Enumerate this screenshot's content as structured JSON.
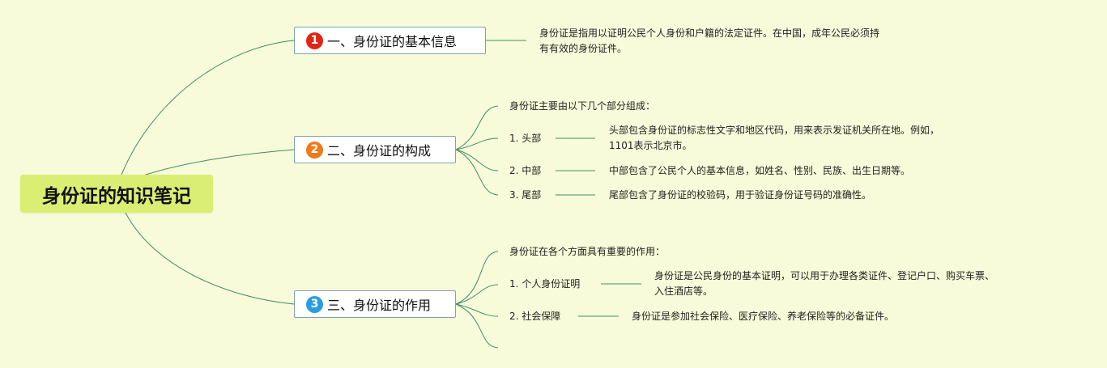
{
  "root": {
    "title": "身份证的知识笔记"
  },
  "branches": [
    {
      "badge": "1",
      "title": "一、身份证的基本信息",
      "detail_line1": "身份证是指用以证明公民个人身份和户籍的法定证件。在中国，成年公民必须持",
      "detail_line2": "有有效的身份证件。"
    },
    {
      "badge": "2",
      "title": "二、身份证的构成",
      "intro": "身份证主要由以下几个部分组成：",
      "items": [
        {
          "label": "1. 头部",
          "desc_line1": "头部包含身份证的标志性文字和地区代码，用来表示发证机关所在地。例如，",
          "desc_line2": "1101表示北京市。"
        },
        {
          "label": "2. 中部",
          "desc_line1": "中部包含了公民个人的基本信息，如姓名、性别、民族、出生日期等。"
        },
        {
          "label": "3. 尾部",
          "desc_line1": "尾部包含了身份证的校验码，用于验证身份证号码的准确性。"
        }
      ]
    },
    {
      "badge": "3",
      "title": "三、身份证的作用",
      "intro": "身份证在各个方面具有重要的作用：",
      "items": [
        {
          "label": "1. 个人身份证明",
          "desc_line1": "身份证是公民身份的基本证明，可以用于办理各类证件、登记户口、购买车票、",
          "desc_line2": "入住酒店等。"
        },
        {
          "label": "2. 社会保障",
          "desc_line1": "身份证是参加社会保险、医疗保险、养老保险等的必备证件。"
        }
      ]
    }
  ],
  "colors": {
    "background": "#f8fbd9",
    "root_fill": "#d9ee73",
    "connector": "#3d8c6a",
    "badge1": "#e02416",
    "badge2": "#ee7a19",
    "badge3": "#2a9de0"
  }
}
